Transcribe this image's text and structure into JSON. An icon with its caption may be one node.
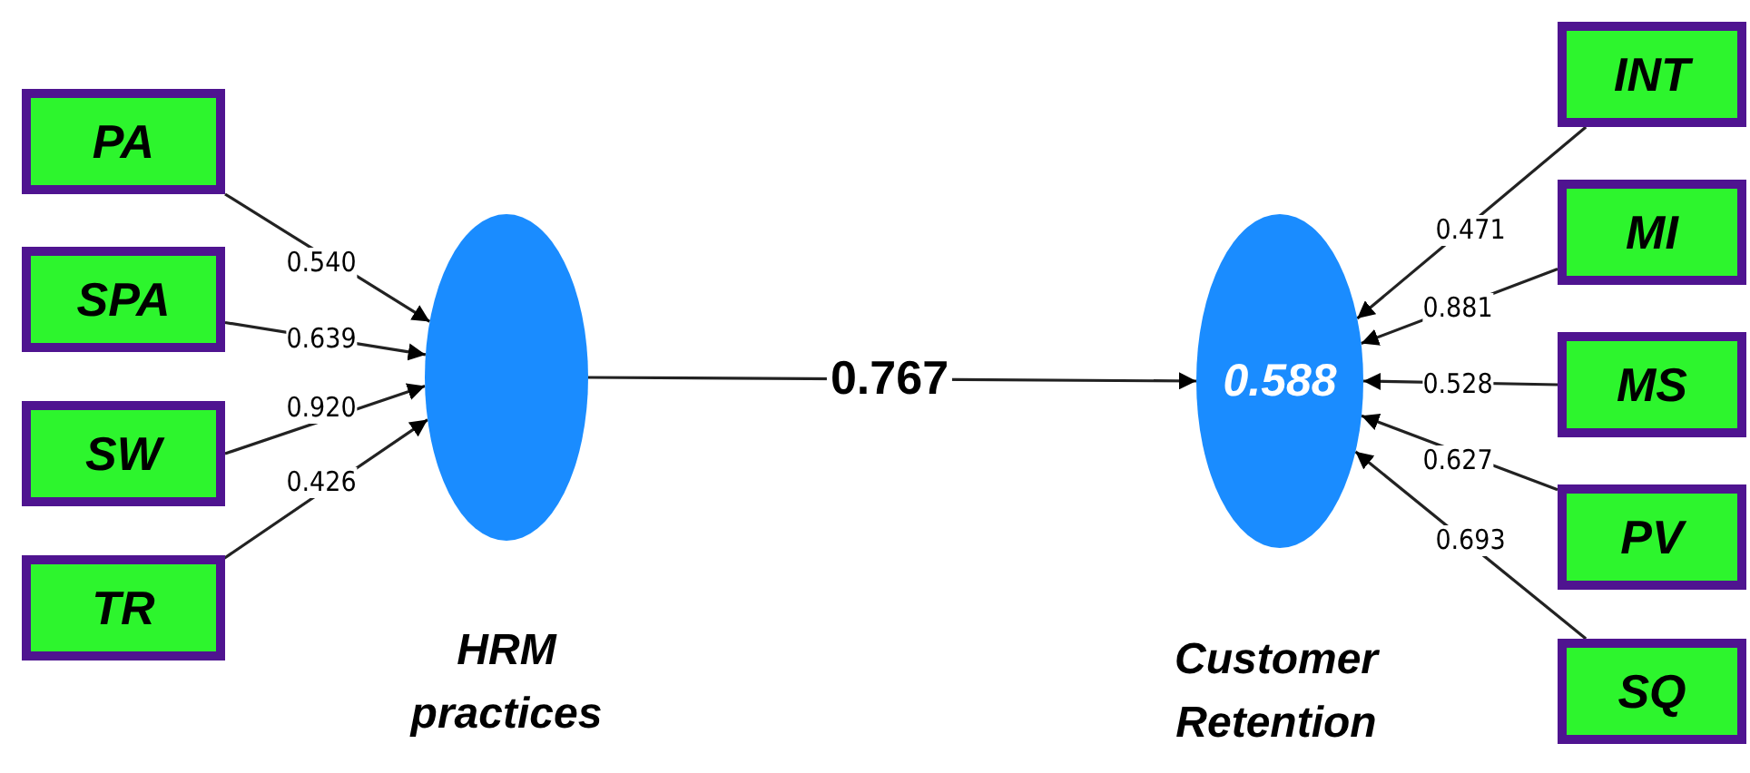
{
  "diagram": {
    "nodes": [
      {
        "text": [
          "PA"
        ]
      },
      {
        "text": [
          "SPA"
        ]
      },
      {
        "text": [
          "SW"
        ]
      },
      {
        "text": [
          "TR"
        ]
      },
      {
        "text": [],
        "shape": "circle",
        "beside": [
          "HRM practices"
        ]
      },
      {
        "text": [
          "0.588"
        ],
        "beside": [
          "Customer Retention"
        ]
      },
      {
        "text": [
          "INT"
        ]
      },
      {
        "text": [
          "MI"
        ]
      },
      {
        "text": [
          "MS"
        ]
      },
      {
        "text": [
          "PV"
        ]
      },
      {
        "text": [
          "SQ"
        ]
      }
    ],
    "edges": [
      {
        "from": 0,
        "to": 4,
        "arrow": "to",
        "label": "0.540"
      },
      {
        "from": 1,
        "to": 4,
        "arrow": "to",
        "label": "0.639"
      },
      {
        "from": 2,
        "to": 4,
        "arrow": "to",
        "label": "0.920"
      },
      {
        "from": 3,
        "to": 4,
        "arrow": "to",
        "label": "0.426"
      },
      {
        "from": 4,
        "to": 5,
        "arrow": "to",
        "label": "0.767"
      },
      {
        "from": 6,
        "to": 5,
        "arrow": "to",
        "label": "0.471"
      },
      {
        "from": 7,
        "to": 5,
        "arrow": "to",
        "label": "0.881"
      },
      {
        "from": 8,
        "to": 5,
        "arrow": "to",
        "label": "0.528"
      },
      {
        "from": 9,
        "to": 5,
        "arrow": "to",
        "label": "0.627"
      },
      {
        "from": 10,
        "to": 5,
        "arrow": "to",
        "label": "0.693"
      }
    ]
  }
}
